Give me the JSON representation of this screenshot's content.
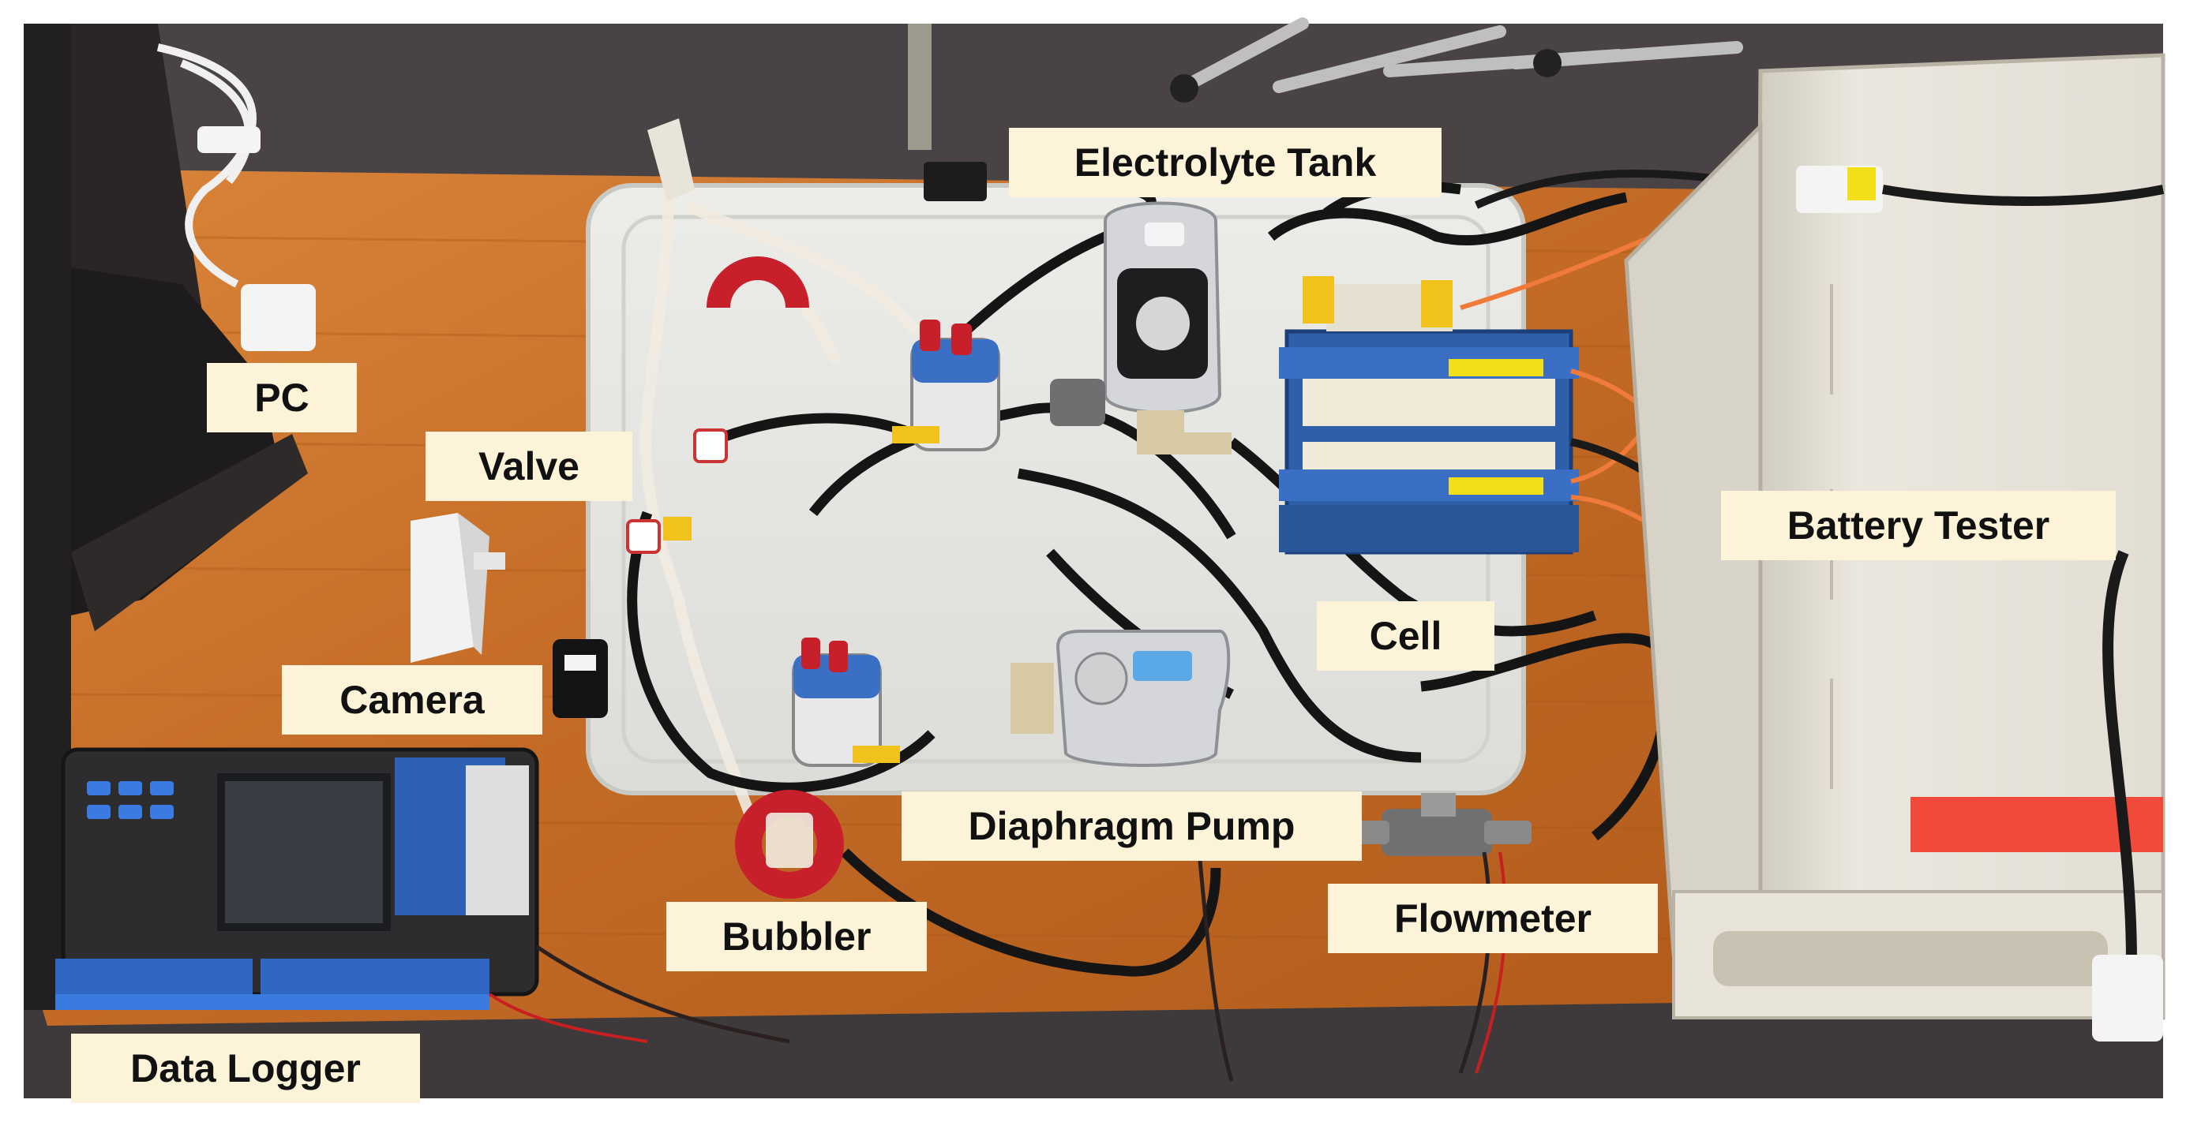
{
  "labels": {
    "electrolyte_tank": "Electrolyte Tank",
    "pc": "PC",
    "valve": "Valve",
    "battery_tester": "Battery Tester",
    "cell": "Cell",
    "camera": "Camera",
    "diaphragm_pump": "Diaphragm Pump",
    "flowmeter": "Flowmeter",
    "bubbler": "Bubbler",
    "data_logger": "Data Logger"
  },
  "colors": {
    "callout_background": "#fdf3d8",
    "callout_text": "#111111",
    "desk_wood": "#c8702c",
    "tray": "#e6e6e4",
    "floor": "#4a4346",
    "battery_tester_case": "#e4e0d6",
    "cell_blue": "#2f5fa8",
    "tubing_black": "#151515",
    "cap_red": "#c8202a"
  }
}
